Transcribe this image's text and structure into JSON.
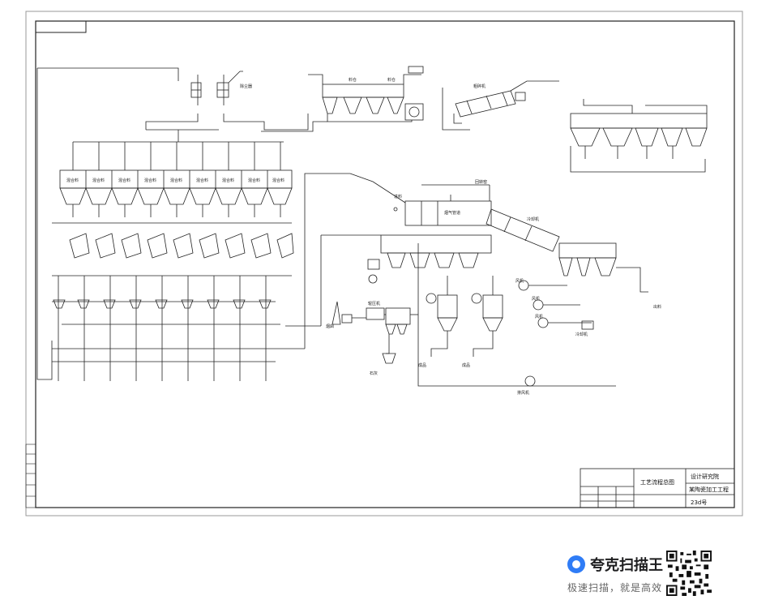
{
  "drawing": {
    "silo_labels": [
      "混合料",
      "混合料",
      "混合料",
      "混合料",
      "混合料",
      "混合料",
      "混合料",
      "混合料",
      "混合料"
    ],
    "labels": {
      "upper_dust": "除尘器",
      "hopper_a": "料仓",
      "hopper_b": "料仓",
      "raw_mill": "粗碎机",
      "kiln_top": "回转窑",
      "gas_duct": "烟气管道",
      "kiln_outlet": "冷却机",
      "cooler": "冷却机",
      "fan_1": "风机",
      "fan_2": "风机",
      "fan_3": "风机",
      "exhaust": "排风机",
      "stack": "烟囱",
      "product_a": "成品",
      "product_b": "成品",
      "lime": "石灰",
      "feed": "进料",
      "outlet": "出料",
      "rolls": "辊压机"
    },
    "title_block": {
      "drawing_title": "工艺流程总图",
      "institute": "设计研究院",
      "project": "某陶瓷加工工程",
      "number": "23d号"
    }
  },
  "branding": {
    "app_name": "夸克扫描王",
    "slogan": "极速扫描，就是高效"
  }
}
